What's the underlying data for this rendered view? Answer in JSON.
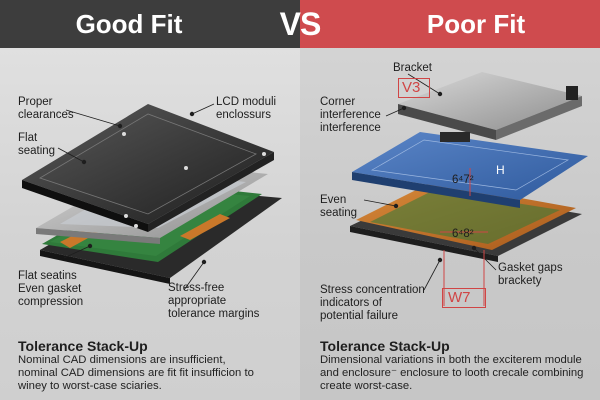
{
  "header": {
    "left_title": "Good Fit",
    "vs": "VS",
    "right_title": "Poor Fit"
  },
  "left": {
    "labels": {
      "proper_clearances": "Proper\nclearances",
      "flat_seating": "Flat\nseating",
      "lcd_module": "LCD moduli\nenclossurs",
      "flat_seatins": "Flat seatins\nEven gasket\ncompression",
      "stress_free": "Stress-free\nappropriate\ntolerance margins"
    },
    "section_title": "Tolerance Stack-Up",
    "section_text": "Nominal CAD dimensions are insufficient,\nnominal CAD dimensions are fit fit insufficion to\nwiney to worst-case sciaries."
  },
  "right": {
    "labels": {
      "bracket": "Bracket",
      "v3": "V3",
      "corner": "Corner\ninterference\ninterference",
      "h": "H",
      "dim1": "6⁴7²",
      "even_seating": "Even\nseating",
      "dim2": "6⁴8²",
      "gasket": "Gasket gaps\nbrackety",
      "w7": "W7",
      "stress": "Stress concentration\nindicators of\npotential failure"
    },
    "section_title": "Tolerance Stack-Up",
    "section_text": "Dimensional variations in both the exciterem module\nand enclosure⁻ enclosure to looth crecale combining\ncreate worst-case."
  },
  "colors": {
    "left_banner": "#3d3d3d",
    "right_banner": "#cf4b4e",
    "annotation_red": "#d04545",
    "pcb_green": "#2f7a3a",
    "panel_blue": "#3f6fb8",
    "gasket_orange": "#c9782a"
  }
}
